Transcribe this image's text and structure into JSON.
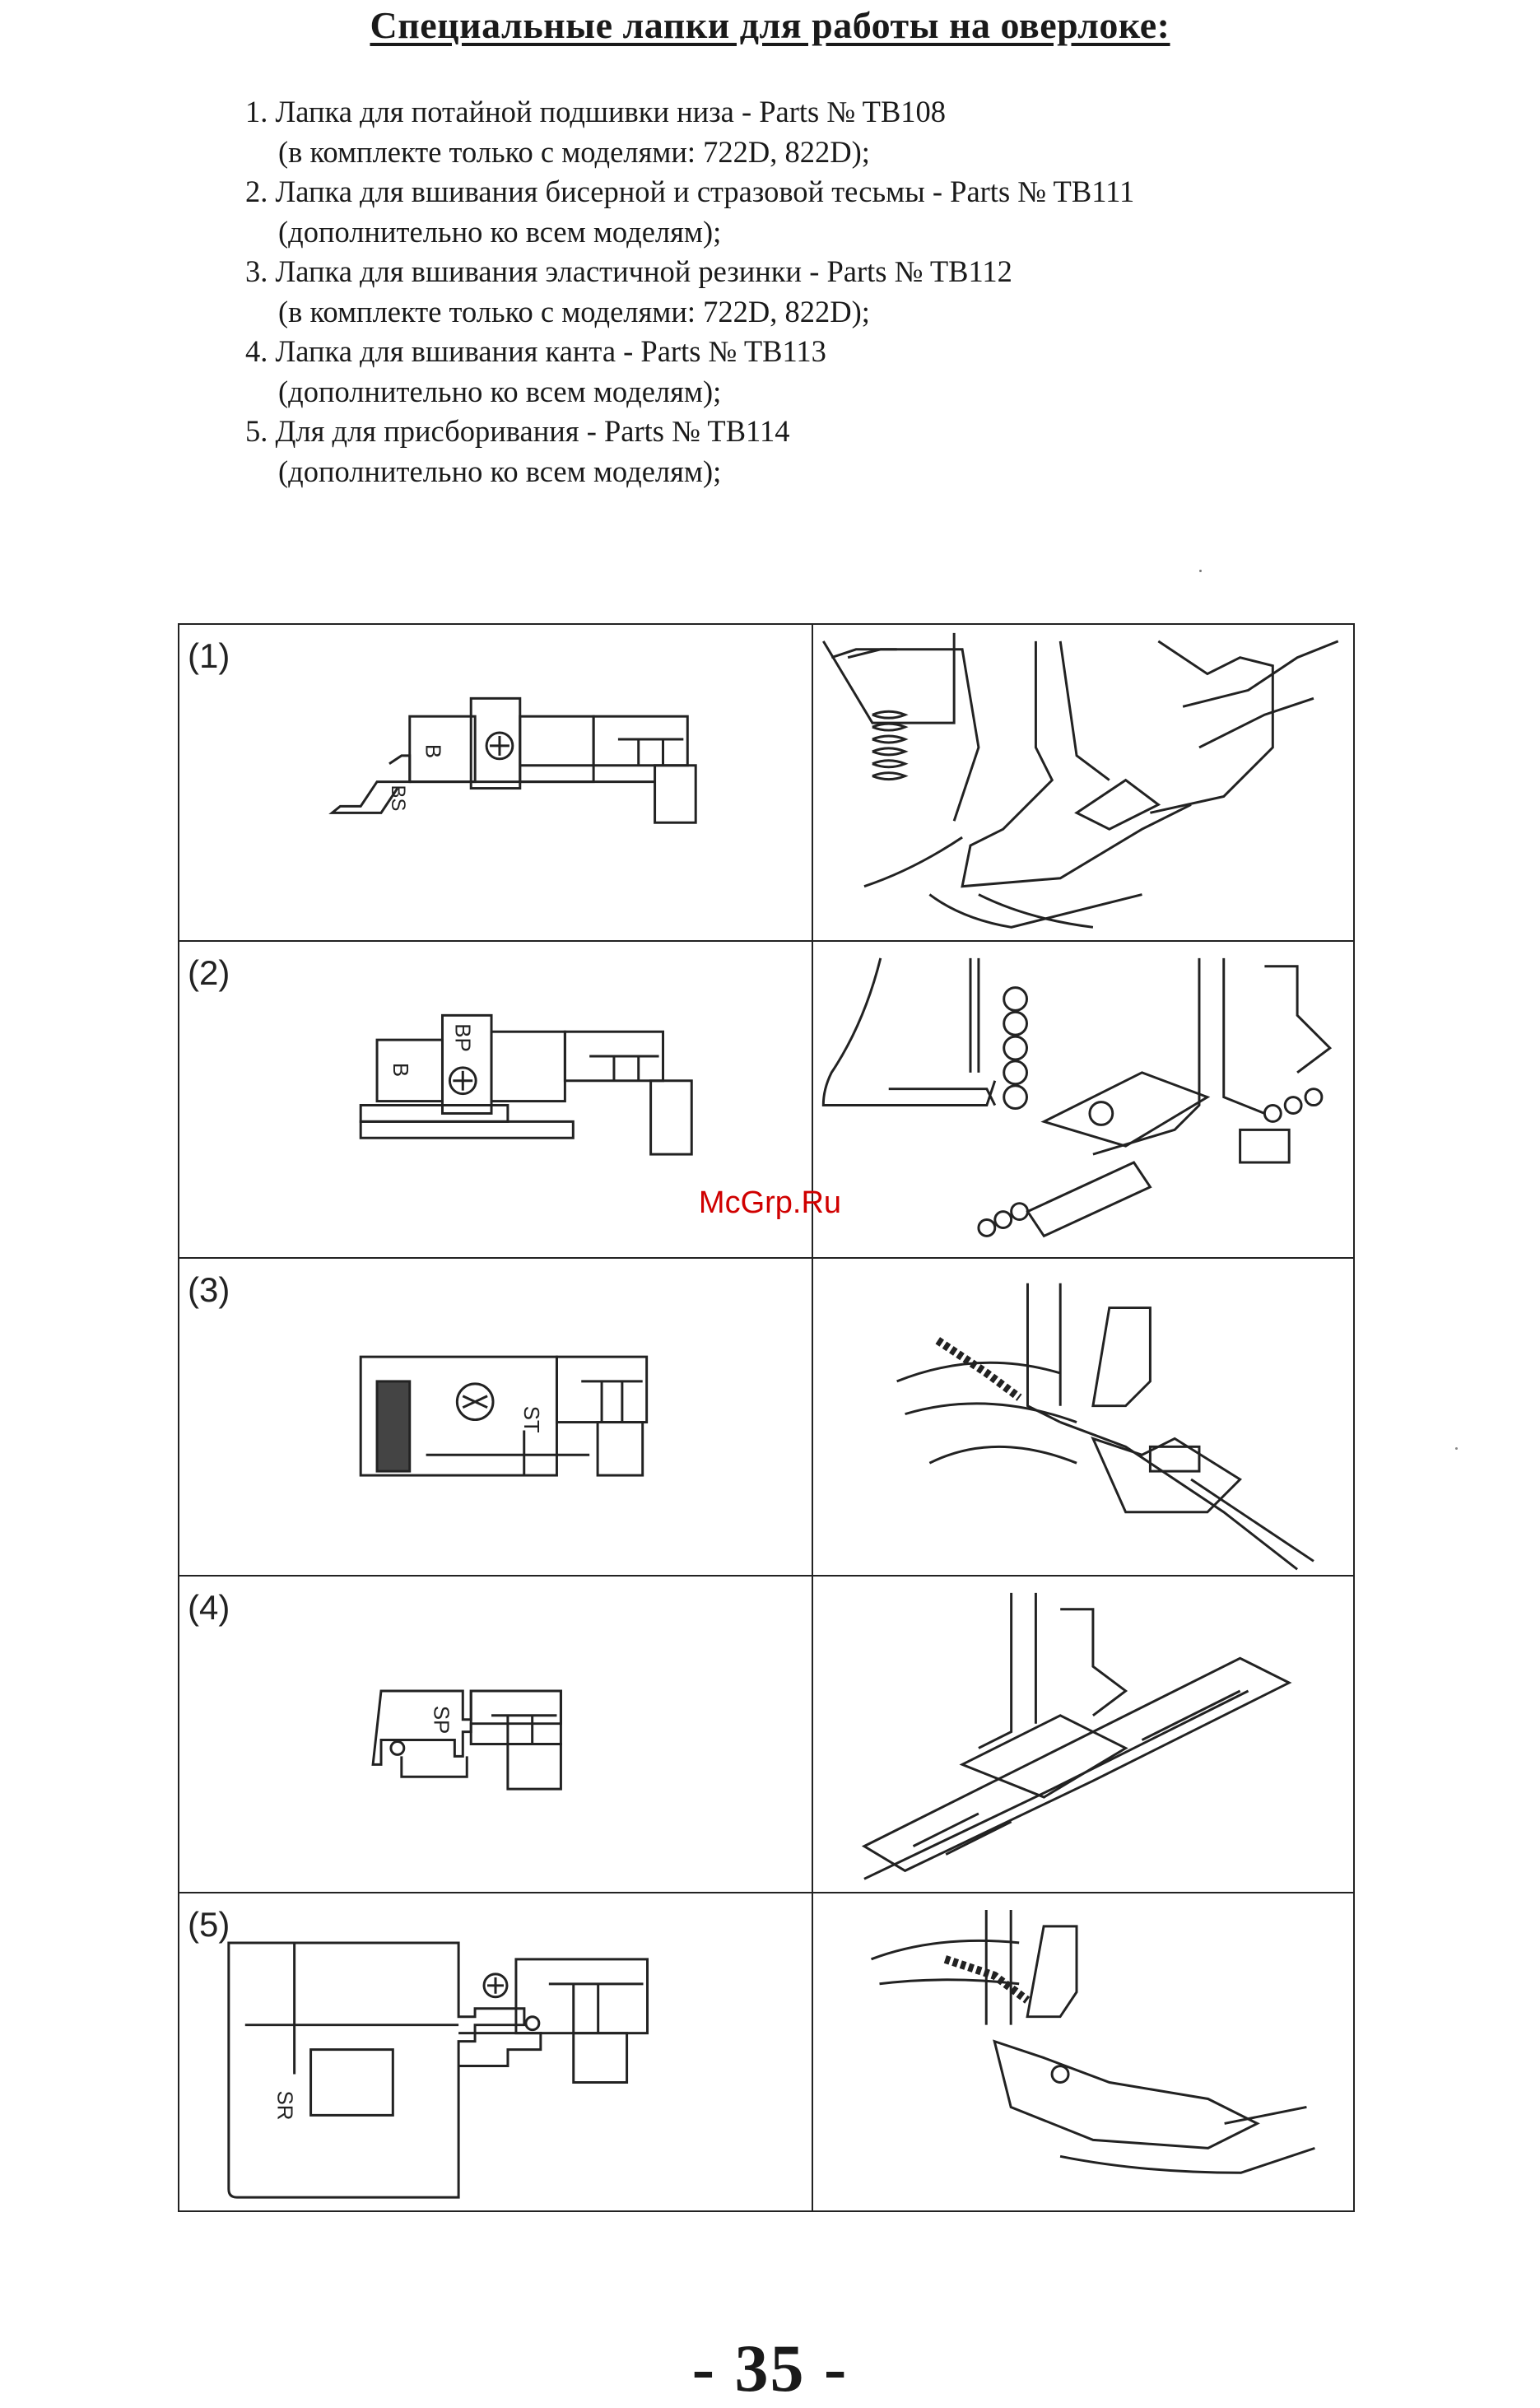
{
  "title": "Специальные лапки для работы на оверлоке:",
  "items": [
    {
      "line": "1. Лапка для потайной подшивки низа  - Parts № TB108",
      "note": "(в комплекте только с моделями: 722D, 822D);"
    },
    {
      "line": "2. Лапка для вшивания бисерной и стразовой тесьмы - Parts № TB111",
      "note": "(дополнительно ко всем моделям);"
    },
    {
      "line": "3. Лапка для вшивания эластичной резинки - Parts № TB112",
      "note": "(в комплекте только с моделями: 722D, 822D);"
    },
    {
      "line": "4. Лапка для вшивания канта - Parts № TB113",
      "note": "(дополнительно ко всем моделям);"
    },
    {
      "line": "5. Для для присборивания - Parts № TB114",
      "note": "(дополнительно ко всем моделям);"
    }
  ],
  "figures": [
    {
      "number": "(1)",
      "foot_marks": [
        "B",
        "BS"
      ]
    },
    {
      "number": "(2)",
      "foot_marks": [
        "B",
        "BP"
      ]
    },
    {
      "number": "(3)",
      "foot_marks": [
        "ST"
      ]
    },
    {
      "number": "(4)",
      "foot_marks": [
        "SP"
      ]
    },
    {
      "number": "(5)",
      "foot_marks": [
        "SR"
      ]
    }
  ],
  "watermark": "McGrp.Ru",
  "page_number": "- 35 -"
}
